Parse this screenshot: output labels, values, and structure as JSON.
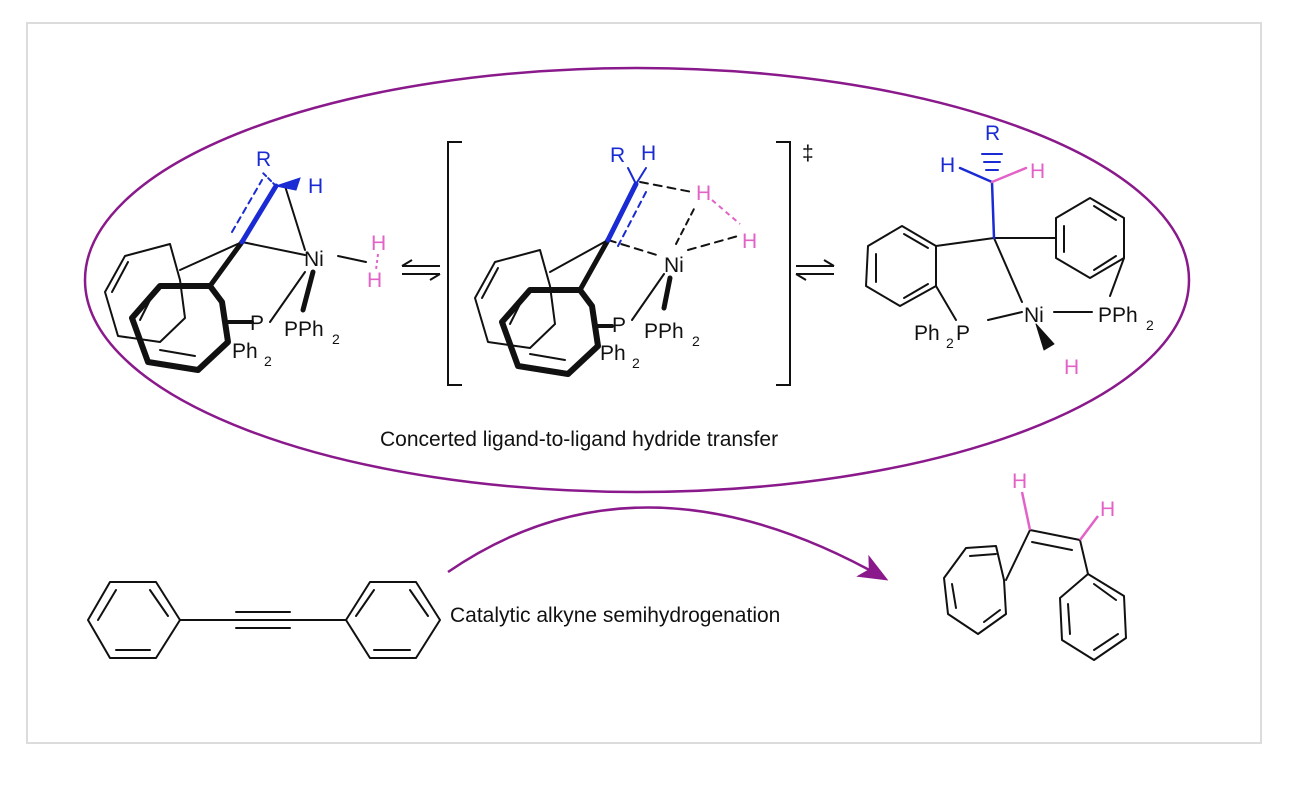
{
  "colors": {
    "ellipse": "#8a1a8c",
    "blue_bond": "#1a2bd4",
    "pink_h": "#e262c8",
    "frame": "#dcdcdc",
    "bond": "#111111"
  },
  "labels": {
    "r": "R",
    "h": "H",
    "ni": "Ni",
    "p": "P",
    "pph": "PPh",
    "ph": "Ph",
    "two": "2",
    "dagger": "‡"
  },
  "captions": {
    "ellipse_caption": "Concerted ligand-to-ligand hydride transfer",
    "arrow_caption": "Catalytic alkyne semihydrogenation"
  }
}
